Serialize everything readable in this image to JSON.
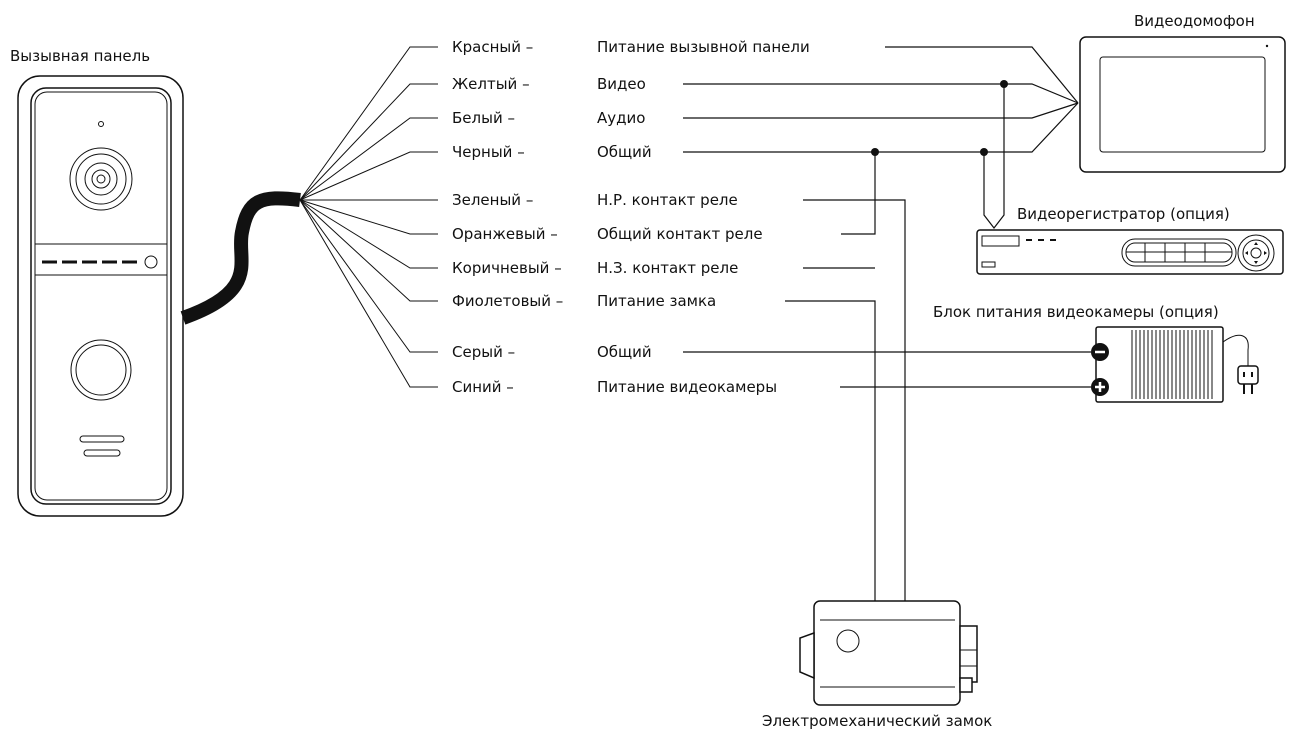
{
  "devices": {
    "call_panel": "Вызывная панель",
    "monitor": "Видеодомофон",
    "dvr": "Видеорегистратор (опция)",
    "camera_psu": "Блок питания видеокамеры (опция)",
    "lock": "Электромеханический замок"
  },
  "wires": [
    {
      "color": "Красный –",
      "function": "Питание вызывной панели"
    },
    {
      "color": "Желтый –",
      "function": "Видео"
    },
    {
      "color": "Белый –",
      "function": "Аудио"
    },
    {
      "color": "Черный –",
      "function": "Общий"
    },
    {
      "color": "Зеленый –",
      "function": "Н.Р. контакт реле"
    },
    {
      "color": "Оранжевый –",
      "function": "Общий контакт реле"
    },
    {
      "color": "Коричневый –",
      "function": "Н.З. контакт реле"
    },
    {
      "color": "Фиолетовый –",
      "function": "Питание замка"
    },
    {
      "color": "Серый –",
      "function": "Общий"
    },
    {
      "color": "Синий –",
      "function": "Питание видеокамеры"
    }
  ]
}
